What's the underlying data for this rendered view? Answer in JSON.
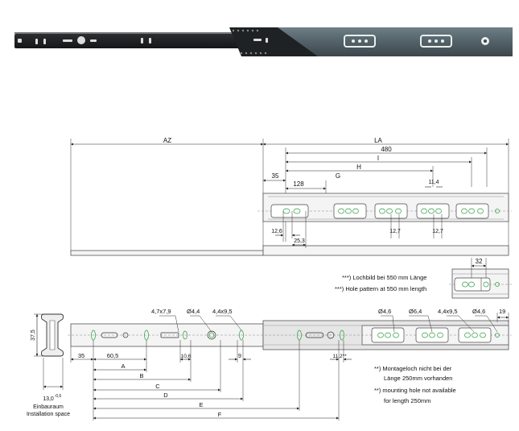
{
  "photo": {
    "alt": "drawer slide product photo"
  },
  "top_view": {
    "labels": {
      "AZ": "AZ",
      "LA": "LA",
      "d480": "480",
      "I": "I",
      "H": "H",
      "G": "G",
      "d128": "128",
      "d35": "35",
      "d11_4": "11,4",
      "d12_6": "12,6",
      "d25_3": "25,3",
      "d12_7a": "12,7",
      "d12_7b": "12,7"
    }
  },
  "hole_pattern": {
    "dim": "32",
    "note_de": "***) Lochbild bei 550 mm Länge",
    "note_en": "***) Hole pattern at 550 mm length"
  },
  "side_view": {
    "height": "37,5",
    "width": "13,0",
    "width_tol": "-0,6",
    "space_de": "Einbauraum",
    "space_en": "Installation space",
    "top_labels": {
      "h1": "4,7x7,9",
      "h2": "Ø4,4",
      "h3": "4,4x9,5",
      "h4": "Ø4,6",
      "h5": "Ø6,4",
      "h6": "4,4x9,5",
      "h7": "Ø4,6",
      "h8": "19"
    },
    "bottom_labels": {
      "d35": "35",
      "d60_5": "60,5",
      "d10_6": "10,6",
      "d9": "9",
      "d11_2": "11,2**"
    },
    "letters": {
      "A": "A",
      "B": "B",
      "C": "C",
      "D": "D",
      "E": "E",
      "F": "F"
    },
    "note1_de": "**) Montageloch nicht bei der",
    "note1_de2": "Länge 250mm vorhanden",
    "note1_en": "**) mounting hole not available",
    "note1_en2": "for length 250mm"
  }
}
